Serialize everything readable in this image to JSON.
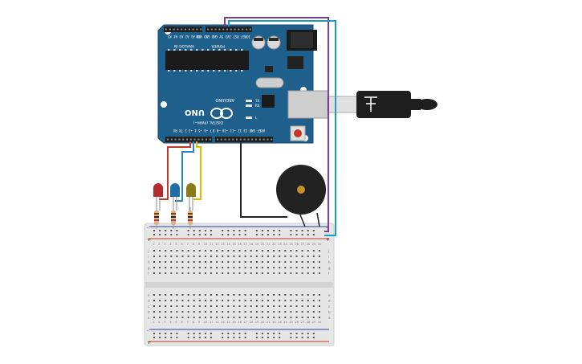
{
  "arduino": {
    "brand": "ARDUINO",
    "model": "UNO",
    "power_label": "POWER",
    "analog_label": "ANALOG IN",
    "digital_label": "DIGITAL (PWM~)",
    "analog_pins": [
      "A0",
      "A1",
      "A2",
      "A3",
      "A4",
      "A5"
    ],
    "power_pins": [
      "IOREF",
      "RESET",
      "3.3V",
      "5V",
      "GND",
      "GND",
      "Vin"
    ],
    "led_labels": [
      "L",
      "TX",
      "RX",
      "ON"
    ],
    "aref_label": "AREF",
    "gnd_label": "GND",
    "digital_pins": [
      "13",
      "12",
      "~11",
      "~10",
      "~9",
      "8",
      "7",
      "~6",
      "~5",
      "4",
      "~3",
      "2",
      "TX 1",
      "RX 0"
    ],
    "board_color": "#1f5f8b"
  },
  "components": {
    "leds": [
      {
        "name": "red-led",
        "color": "#b52a2a"
      },
      {
        "name": "blue-led",
        "color": "#1f6fa5"
      },
      {
        "name": "yellow-led",
        "color": "#8b7a1a"
      }
    ],
    "buzzer": {
      "name": "piezo-buzzer",
      "body_color": "#222222",
      "center_color": "#c8902a"
    },
    "usb_cable": {
      "name": "usb-cable",
      "color": "#222222"
    }
  },
  "wires": {
    "red": "#c0392b",
    "blue": "#2e86c1",
    "yellow": "#e5b800",
    "black": "#222222",
    "purple": "#7d3c98",
    "cyan": "#1b9bc7"
  },
  "breadboard": {
    "column_numbers": [
      "1",
      "2",
      "3",
      "4",
      "5",
      "6",
      "7",
      "8",
      "9",
      "10",
      "11",
      "12",
      "13",
      "14",
      "15",
      "16",
      "17",
      "18",
      "19",
      "20",
      "21",
      "22",
      "23",
      "24",
      "25",
      "26",
      "27",
      "28",
      "29",
      "30"
    ],
    "row_letters_top": [
      "j",
      "i",
      "h",
      "g",
      "f"
    ],
    "row_letters_bottom": [
      "e",
      "d",
      "c",
      "b",
      "a"
    ],
    "rail_plus": "+",
    "rail_minus": "-"
  }
}
